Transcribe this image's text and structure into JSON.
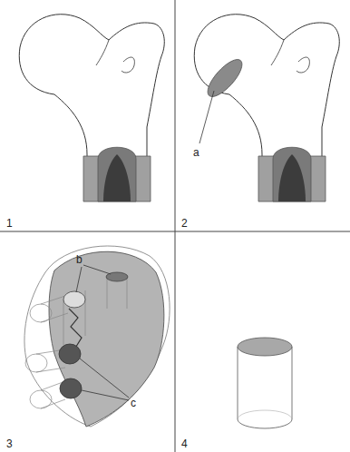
{
  "diagram": {
    "labels": [
      "1",
      "2",
      "a",
      "3",
      "b",
      "c",
      "4"
    ]
  }
}
